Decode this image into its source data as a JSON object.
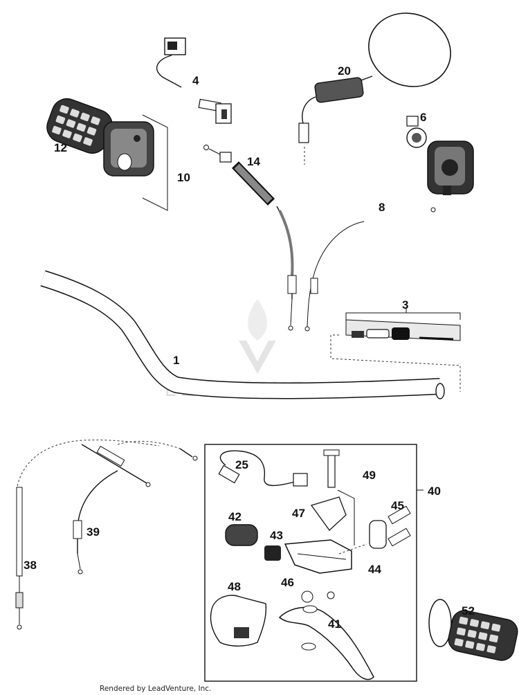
{
  "diagram": {
    "callouts": [
      {
        "id": "1",
        "label": "1"
      },
      {
        "id": "3",
        "label": "3"
      },
      {
        "id": "4",
        "label": "4"
      },
      {
        "id": "6",
        "label": "6"
      },
      {
        "id": "8",
        "label": "8"
      },
      {
        "id": "10",
        "label": "10"
      },
      {
        "id": "12",
        "label": "12"
      },
      {
        "id": "14",
        "label": "14"
      },
      {
        "id": "20",
        "label": "20"
      },
      {
        "id": "25",
        "label": "25"
      },
      {
        "id": "38",
        "label": "38"
      },
      {
        "id": "39",
        "label": "39"
      },
      {
        "id": "40",
        "label": "40"
      },
      {
        "id": "41",
        "label": "41"
      },
      {
        "id": "42",
        "label": "42"
      },
      {
        "id": "43",
        "label": "43"
      },
      {
        "id": "44",
        "label": "44"
      },
      {
        "id": "45",
        "label": "45"
      },
      {
        "id": "46",
        "label": "46"
      },
      {
        "id": "47",
        "label": "47"
      },
      {
        "id": "48",
        "label": "48"
      },
      {
        "id": "49",
        "label": "49"
      },
      {
        "id": "52",
        "label": "52"
      }
    ],
    "watermark": "LEADVENTURE",
    "footer": "Rendered by LeadVenture, Inc."
  }
}
